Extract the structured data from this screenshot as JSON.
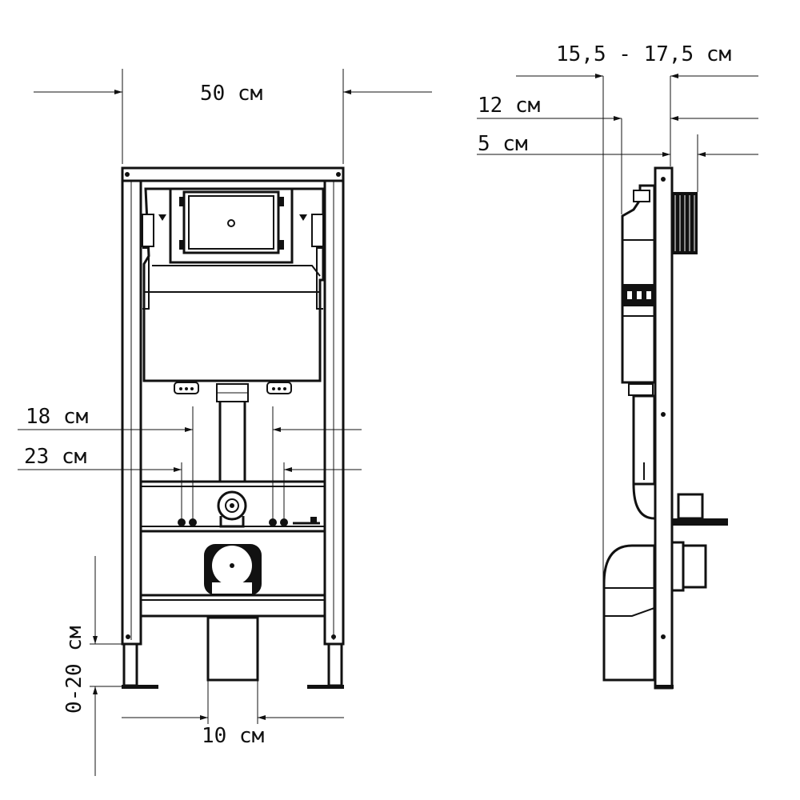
{
  "dimensions": {
    "width_total": "50 см",
    "depth_range": "15,5 - 17,5 см",
    "depth_12": "12 см",
    "depth_5": "5 см",
    "spacing_18": "18 см",
    "spacing_23": "23 см",
    "height_adjust": "0-20 см",
    "pipe_width": "10 см"
  },
  "colors": {
    "line": "#111111",
    "background": "#ffffff"
  },
  "views": [
    "front-view",
    "side-view"
  ]
}
